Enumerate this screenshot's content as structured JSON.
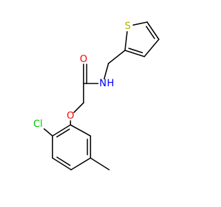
{
  "molecule": {
    "colors": {
      "bond": "#000000",
      "O": "#ff0000",
      "N": "#0000ff",
      "S": "#b2b200",
      "Cl": "#00cc00",
      "H": "#0000ff"
    },
    "atoms": [
      {
        "id": "S1",
        "label": "S"
      },
      {
        "id": "C2",
        "label": ""
      },
      {
        "id": "C3",
        "label": ""
      },
      {
        "id": "C4",
        "label": ""
      },
      {
        "id": "C5",
        "label": ""
      },
      {
        "id": "C6",
        "label": ""
      },
      {
        "id": "N7",
        "label": "N"
      },
      {
        "id": "H7",
        "label": "H"
      },
      {
        "id": "C8",
        "label": ""
      },
      {
        "id": "O9",
        "label": "O"
      },
      {
        "id": "C10",
        "label": ""
      },
      {
        "id": "O11",
        "label": "O"
      },
      {
        "id": "C12",
        "label": ""
      },
      {
        "id": "C13",
        "label": ""
      },
      {
        "id": "Cl14",
        "label": "Cl"
      },
      {
        "id": "C15",
        "label": ""
      },
      {
        "id": "C16",
        "label": ""
      },
      {
        "id": "C17",
        "label": ""
      },
      {
        "id": "C18",
        "label": ""
      },
      {
        "id": "C19",
        "label": ""
      }
    ]
  }
}
